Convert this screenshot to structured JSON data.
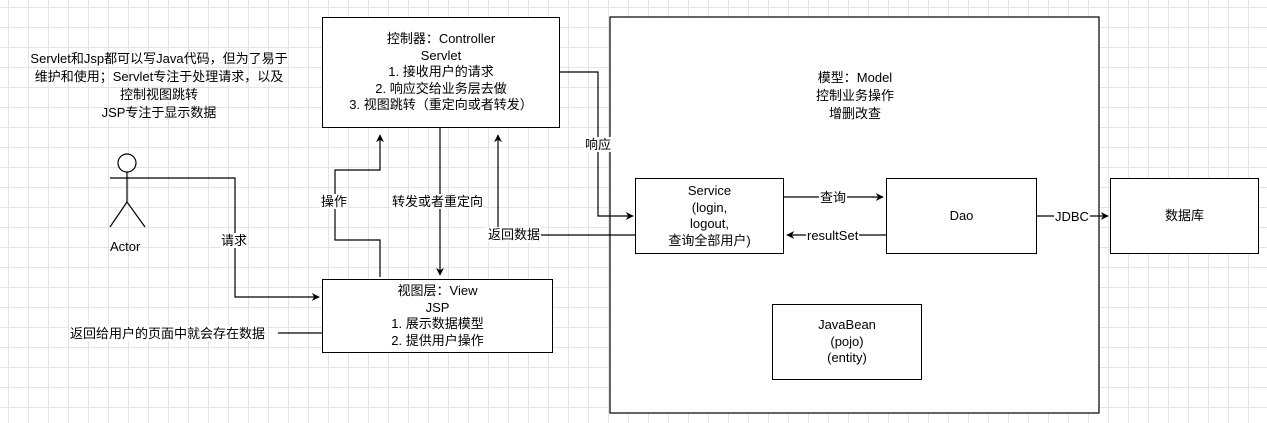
{
  "note": {
    "lines": [
      "Servlet和Jsp都可以写Java代码，但为了易于",
      "维护和使用；Servlet专注于处理请求，以及",
      "控制视图跳转",
      "JSP专注于显示数据"
    ]
  },
  "actor": {
    "label": "Actor"
  },
  "controller": {
    "lines": [
      "控制器：Controller",
      "Servlet",
      "1. 接收用户的请求",
      "2. 响应交给业务层去做",
      "3. 视图跳转（重定向或者转发）"
    ]
  },
  "view": {
    "lines": [
      "视图层：View",
      "JSP",
      "1. 展示数据模型",
      "2. 提供用户操作"
    ]
  },
  "model": {
    "lines": [
      "模型：Model",
      "控制业务操作",
      "增删改查"
    ]
  },
  "service": {
    "lines": [
      "Service",
      "(login,",
      "logout,",
      "查询全部用户)"
    ]
  },
  "dao": {
    "label": "Dao"
  },
  "javabean": {
    "lines": [
      "JavaBean",
      "(pojo)",
      "(entity)"
    ]
  },
  "database": {
    "label": "数据库"
  },
  "edges": {
    "request": "请求",
    "operate": "操作",
    "forward_redirect": "转发或者重定向",
    "response": "响应",
    "return_data": "返回数据",
    "query": "查询",
    "result_set": "resultSet",
    "jdbc": "JDBC",
    "return_page": "返回给用户的页面中就会存在数据"
  }
}
